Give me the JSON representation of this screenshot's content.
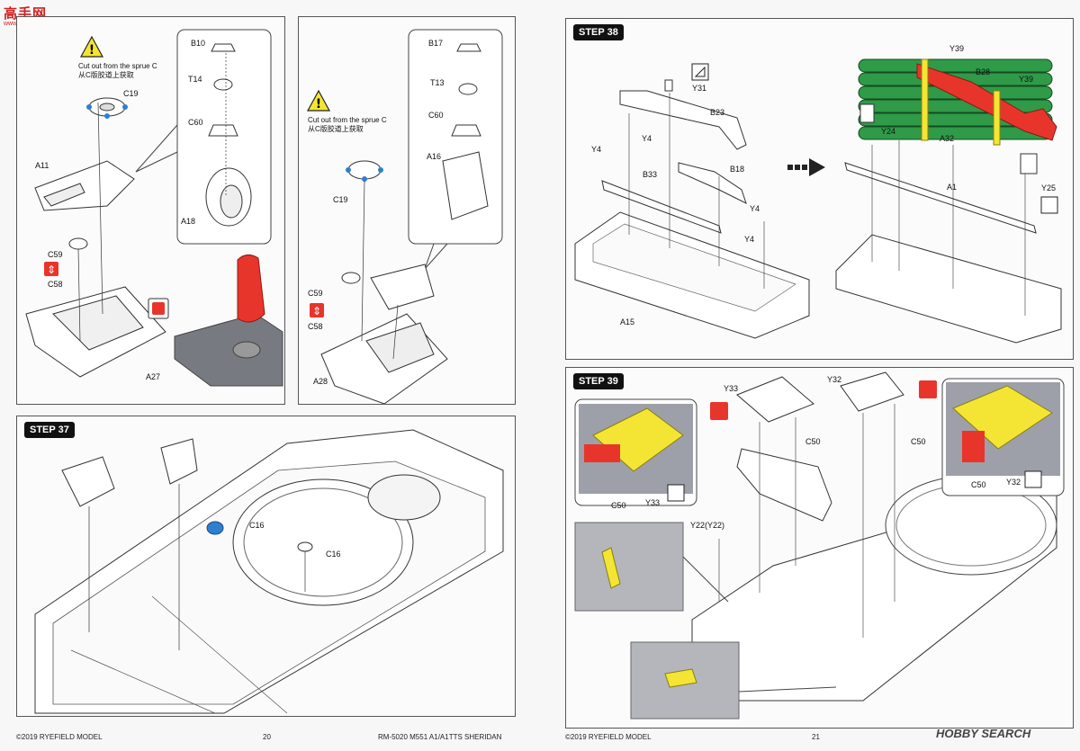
{
  "watermarks": {
    "top_left_logo": "高手网",
    "top_left_url": "www.gaoshou.com",
    "bottom_right_logo": "HOBBY SEARCH"
  },
  "left_page": {
    "panel1": {
      "caution_en": "Cut out from the sprue C",
      "caution_cn": "从C版胶道上获取",
      "labels": {
        "c19": "C19",
        "a11": "A11",
        "c59": "C59",
        "c58": "C58",
        "a27": "A27",
        "b10": "B10",
        "t14": "T14",
        "c60": "C60",
        "a18": "A18"
      }
    },
    "panel2": {
      "caution_en": "Cut out from the sprue C",
      "caution_cn": "从C版胶道上获取",
      "labels": {
        "c19": "C19",
        "c59": "C59",
        "c58": "C58",
        "a28": "A28",
        "b17": "B17",
        "t13": "T13",
        "c60": "C60",
        "a16": "A16"
      }
    },
    "step37": {
      "badge": "STEP 37",
      "labels": {
        "c16a": "C16",
        "c16b": "C16"
      }
    },
    "footer": {
      "copyright": "©2019 RYEFIELD MODEL",
      "page_number": "20",
      "product": "RM-5020 M551 A1/A1TTS SHERIDAN"
    }
  },
  "right_page": {
    "step38": {
      "badge": "STEP 38",
      "labels": {
        "y31": "Y31",
        "b23": "B23",
        "y4a": "Y4",
        "y4b": "Y4",
        "b33": "B33",
        "b18": "B18",
        "y4c": "Y4",
        "y4d": "Y4",
        "a15": "A15",
        "y39a": "Y39",
        "b28": "B28",
        "y39b": "Y39",
        "y24": "Y24",
        "a32": "A32",
        "a1": "A1",
        "y25": "Y25"
      }
    },
    "step39": {
      "badge": "STEP 39",
      "labels": {
        "y33": "Y33",
        "y32": "Y32",
        "c50a": "C50",
        "c50b": "C50",
        "c50_inset": "C50",
        "y33_inset": "Y33",
        "c50_inset2": "C50",
        "y32_inset": "Y32",
        "y22": "Y22(Y22)"
      }
    },
    "footer": {
      "copyright": "©2019 RYEFIELD MODEL",
      "page_number": "21"
    }
  },
  "colors": {
    "accent_red": "#e8352b",
    "accent_blue": "#2f7fd1",
    "accent_yellow": "#f4e534",
    "accent_green": "#2f9a48",
    "line": "#333333",
    "part_fill": "#ffffff",
    "metal": "#777a80"
  }
}
